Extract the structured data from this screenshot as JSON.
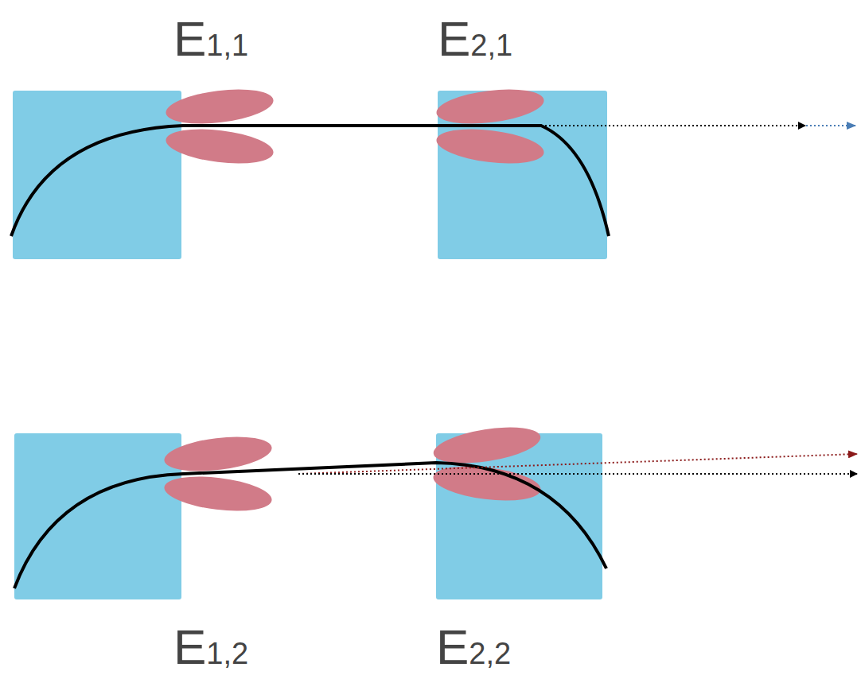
{
  "diagram": {
    "labels": [
      "E1,1",
      "E2,1",
      "E1,2",
      "E2,2"
    ]
  }
}
